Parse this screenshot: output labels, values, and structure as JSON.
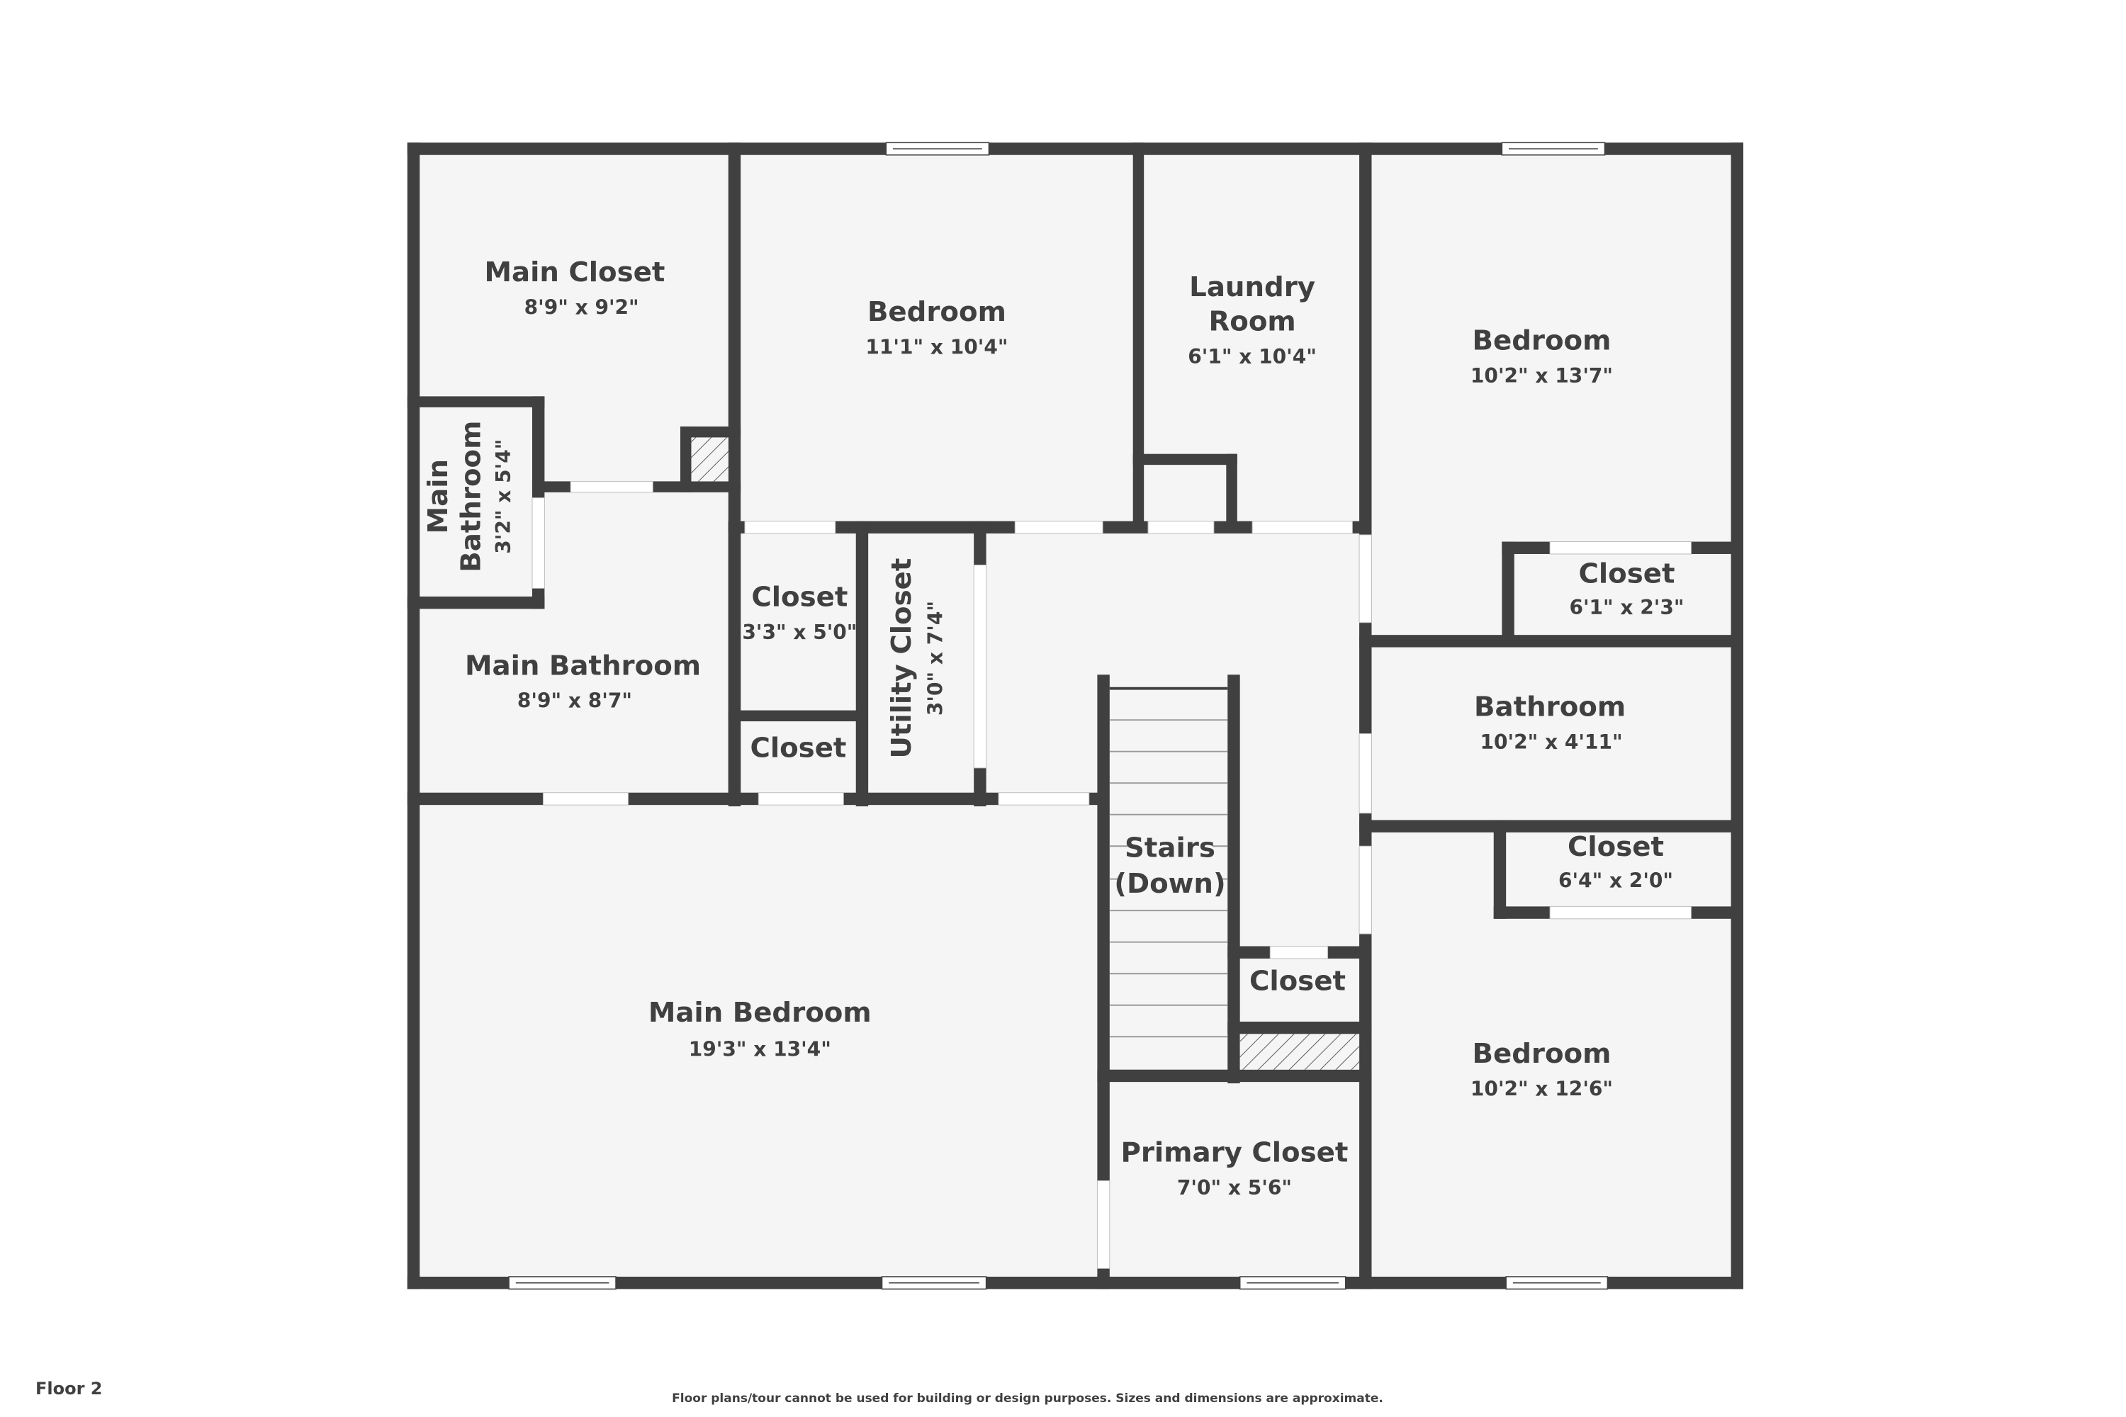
{
  "floor_label": "Floor 2",
  "disclaimer": "Floor plans/tour cannot be used for building or design purposes. Sizes and dimensions are approximate.",
  "colors": {
    "wall": "#404040",
    "floor": "#f5f5f5",
    "background": "#ffffff",
    "text": "#404040",
    "opening": "#ffffff"
  },
  "rooms": {
    "main_closet": {
      "name": "Main Closet",
      "dims": "8'9\" x 9'2\""
    },
    "bedroom_top_center": {
      "name": "Bedroom",
      "dims": "11'1\" x 10'4\""
    },
    "laundry_room": {
      "name_line1": "Laundry",
      "name_line2": "Room",
      "dims": "6'1\" x 10'4\""
    },
    "bedroom_top_right": {
      "name": "Bedroom",
      "dims": "10'2\" x 13'7\""
    },
    "main_bathroom_small": {
      "name_line1": "Main",
      "name_line2": "Bathroom",
      "dims": "3'2\" x 5'4\""
    },
    "main_bathroom": {
      "name": "Main Bathroom",
      "dims": "8'9\" x 8'7\""
    },
    "closet_a": {
      "name": "Closet",
      "dims": "3'3\" x 5'0\""
    },
    "closet_b": {
      "name": "Closet"
    },
    "utility_closet": {
      "name": "Utility Closet",
      "dims": "3'0\" x 7'4\""
    },
    "closet_right_upper": {
      "name": "Closet",
      "dims": "6'1\" x 2'3\""
    },
    "bathroom": {
      "name": "Bathroom",
      "dims": "10'2\" x 4'11\""
    },
    "closet_right_lower": {
      "name": "Closet",
      "dims": "6'4\" x 2'0\""
    },
    "stairs": {
      "name_line1": "Stairs",
      "name_line2": "(Down)"
    },
    "closet_hall": {
      "name": "Closet"
    },
    "main_bedroom": {
      "name": "Main Bedroom",
      "dims": "19'3\" x 13'4\""
    },
    "primary_closet": {
      "name": "Primary Closet",
      "dims": "7'0\" x 5'6\""
    },
    "bedroom_bottom_right": {
      "name": "Bedroom",
      "dims": "10'2\" x 12'6\""
    }
  }
}
